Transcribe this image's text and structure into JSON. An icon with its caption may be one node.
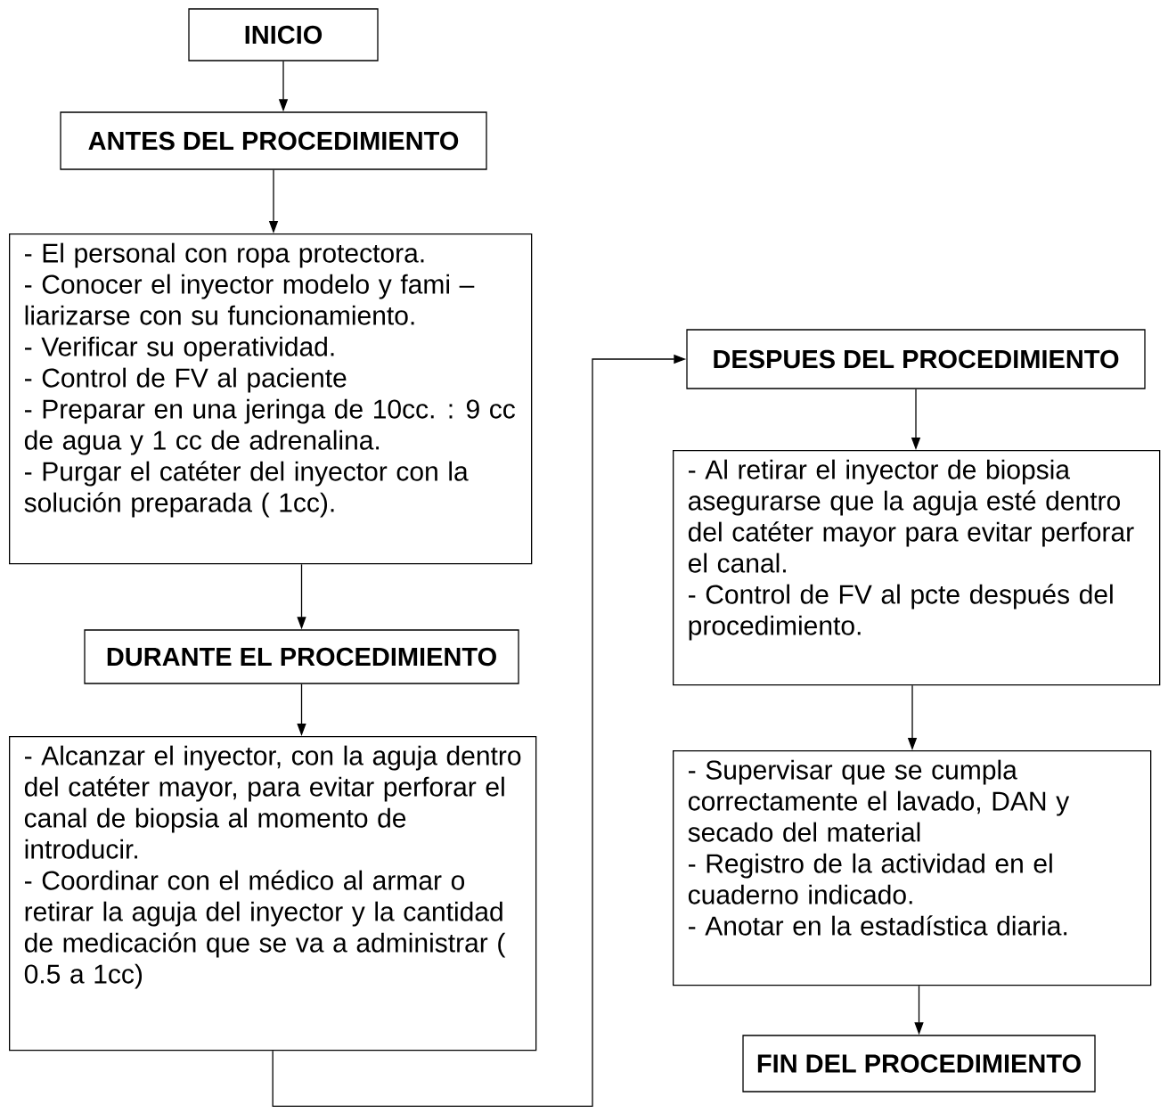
{
  "diagram": {
    "nodes": [
      {
        "text": [
          "INICIO"
        ]
      },
      {
        "text": [
          "ANTES DEL PROCEDIMIENTO"
        ]
      },
      {
        "text": [
          "- El personal con ropa protectora.",
          "- Conocer el inyector modelo y fami – liarizarse con su funcionamiento.",
          "- Verificar su operatividad.",
          "- Control de FV al paciente",
          "- Preparar en una jeringa de 10cc. : 9 cc de agua y 1 cc de adrenalina.",
          "- Purgar el catéter del inyector con la solución preparada ( 1cc)."
        ]
      },
      {
        "text": [
          "DURANTE EL PROCEDIMIENTO"
        ]
      },
      {
        "text": [
          "- Alcanzar el inyector, con la aguja dentro del catéter mayor, para evitar perforar el canal de biopsia al momento de introducir.",
          "- Coordinar con el médico al armar o retirar la aguja del inyector y la cantidad de medicación que se va a administrar ( 0.5 a 1cc)"
        ]
      },
      {
        "text": [
          "DESPUES DEL PROCEDIMIENTO"
        ]
      },
      {
        "text": [
          "- Al retirar el inyector de biopsia asegurarse que la aguja esté dentro del catéter mayor para evitar perforar el canal.",
          "- Control de FV al pcte después del procedimiento."
        ]
      },
      {
        "text": [
          "- Supervisar que se cumpla correctamente el lavado, DAN y secado del material",
          "- Registro de la actividad en el cuaderno indicado.",
          "- Anotar en la estadística diaria."
        ]
      },
      {
        "text": [
          "FIN DEL PROCEDIMIENTO"
        ]
      }
    ],
    "edges": [
      {
        "from": 0,
        "to": 1,
        "arrow": "to"
      },
      {
        "from": 1,
        "to": 2,
        "arrow": "to"
      },
      {
        "from": 2,
        "to": 3,
        "arrow": "to"
      },
      {
        "from": 3,
        "to": 4,
        "arrow": "to"
      },
      {
        "from": 4,
        "to": 5,
        "arrow": "to"
      },
      {
        "from": 5,
        "to": 6,
        "arrow": "to"
      },
      {
        "from": 6,
        "to": 7,
        "arrow": "to"
      },
      {
        "from": 7,
        "to": 8,
        "arrow": "to"
      }
    ]
  }
}
